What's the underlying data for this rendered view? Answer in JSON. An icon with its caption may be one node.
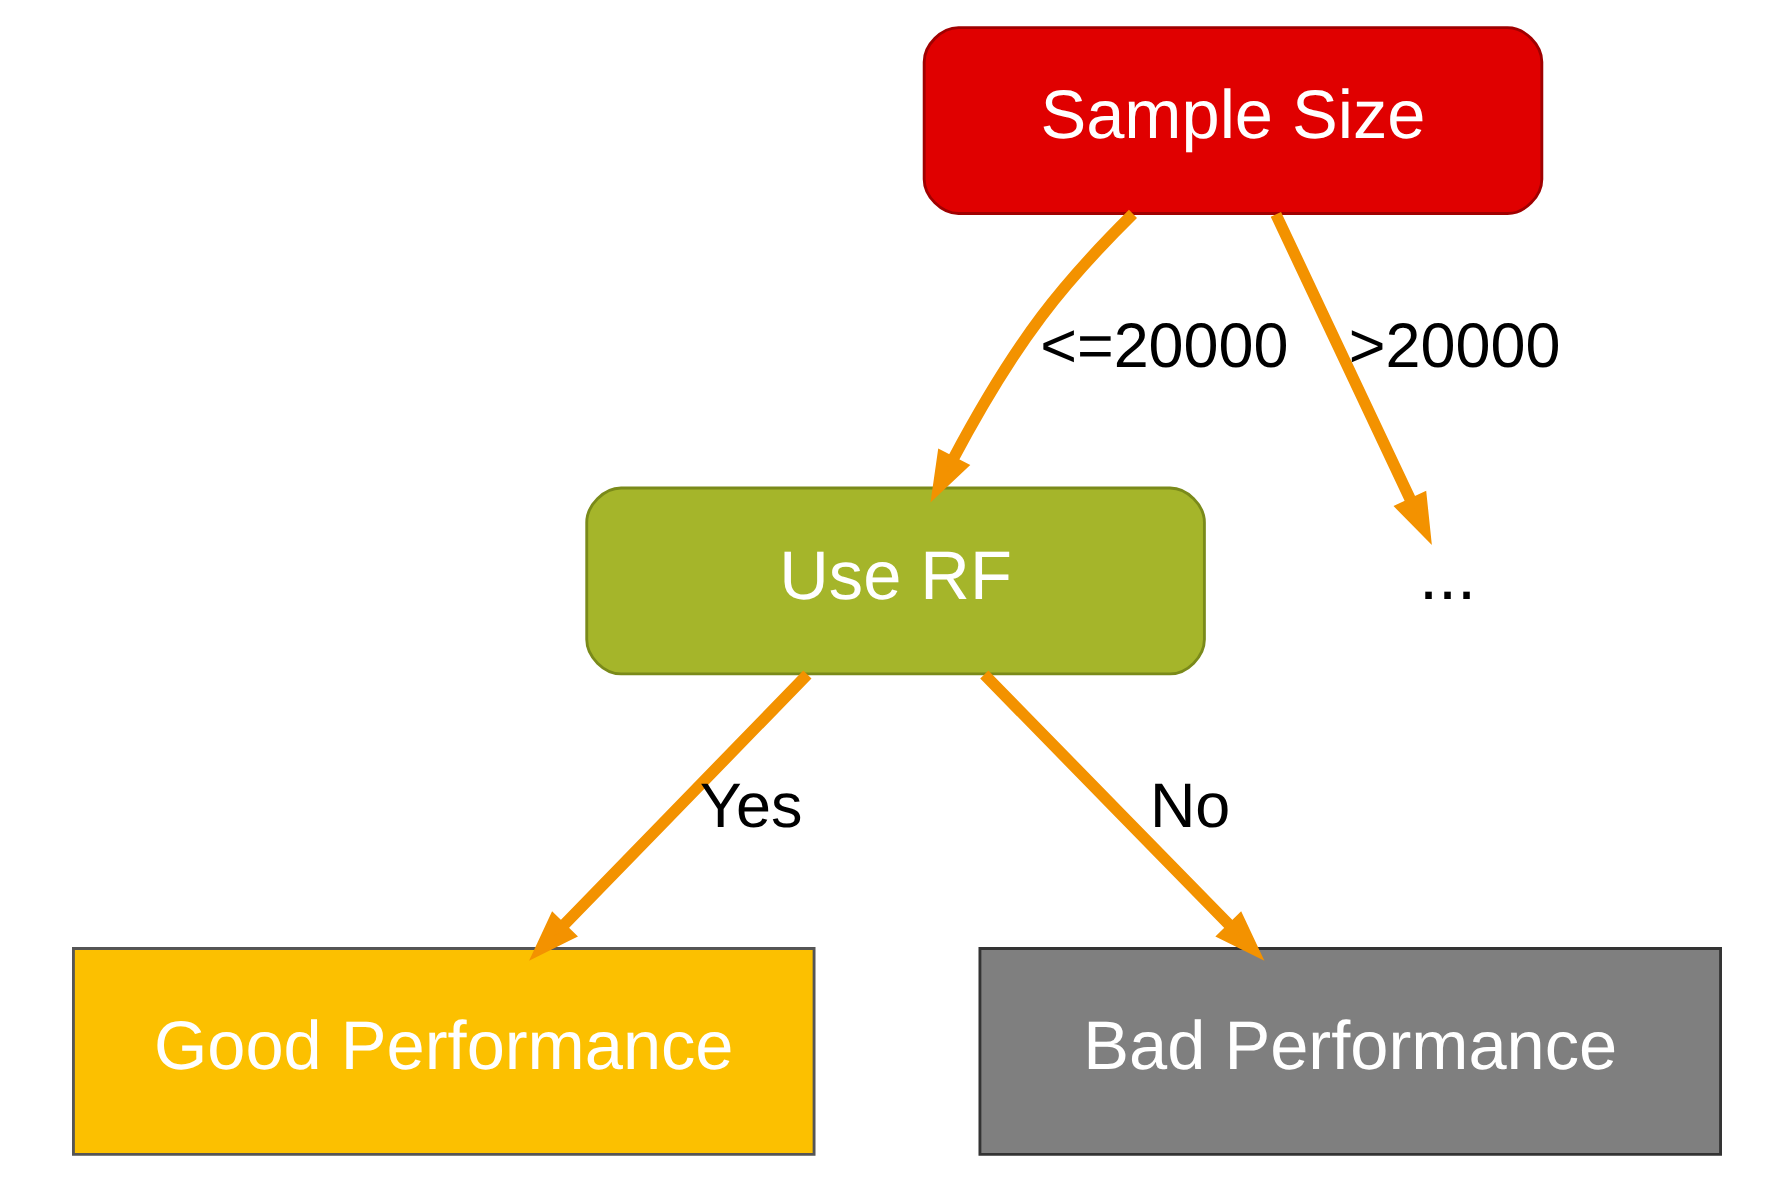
{
  "diagram": {
    "nodes": [
      {
        "text": [
          "Sample Size"
        ]
      },
      {
        "text": [
          "Use RF"
        ]
      },
      {
        "text": [
          "..."
        ]
      },
      {
        "text": [
          "Good Performance"
        ]
      },
      {
        "text": [
          "Bad Performance"
        ]
      }
    ],
    "edges": [
      {
        "from": 0,
        "to": 1,
        "arrow": "to",
        "label": "<=20000"
      },
      {
        "from": 0,
        "to": 2,
        "arrow": "to",
        "label": ">20000"
      },
      {
        "from": 1,
        "to": 3,
        "arrow": "to",
        "label": "Yes"
      },
      {
        "from": 1,
        "to": 4,
        "arrow": "to",
        "label": "No"
      }
    ]
  }
}
